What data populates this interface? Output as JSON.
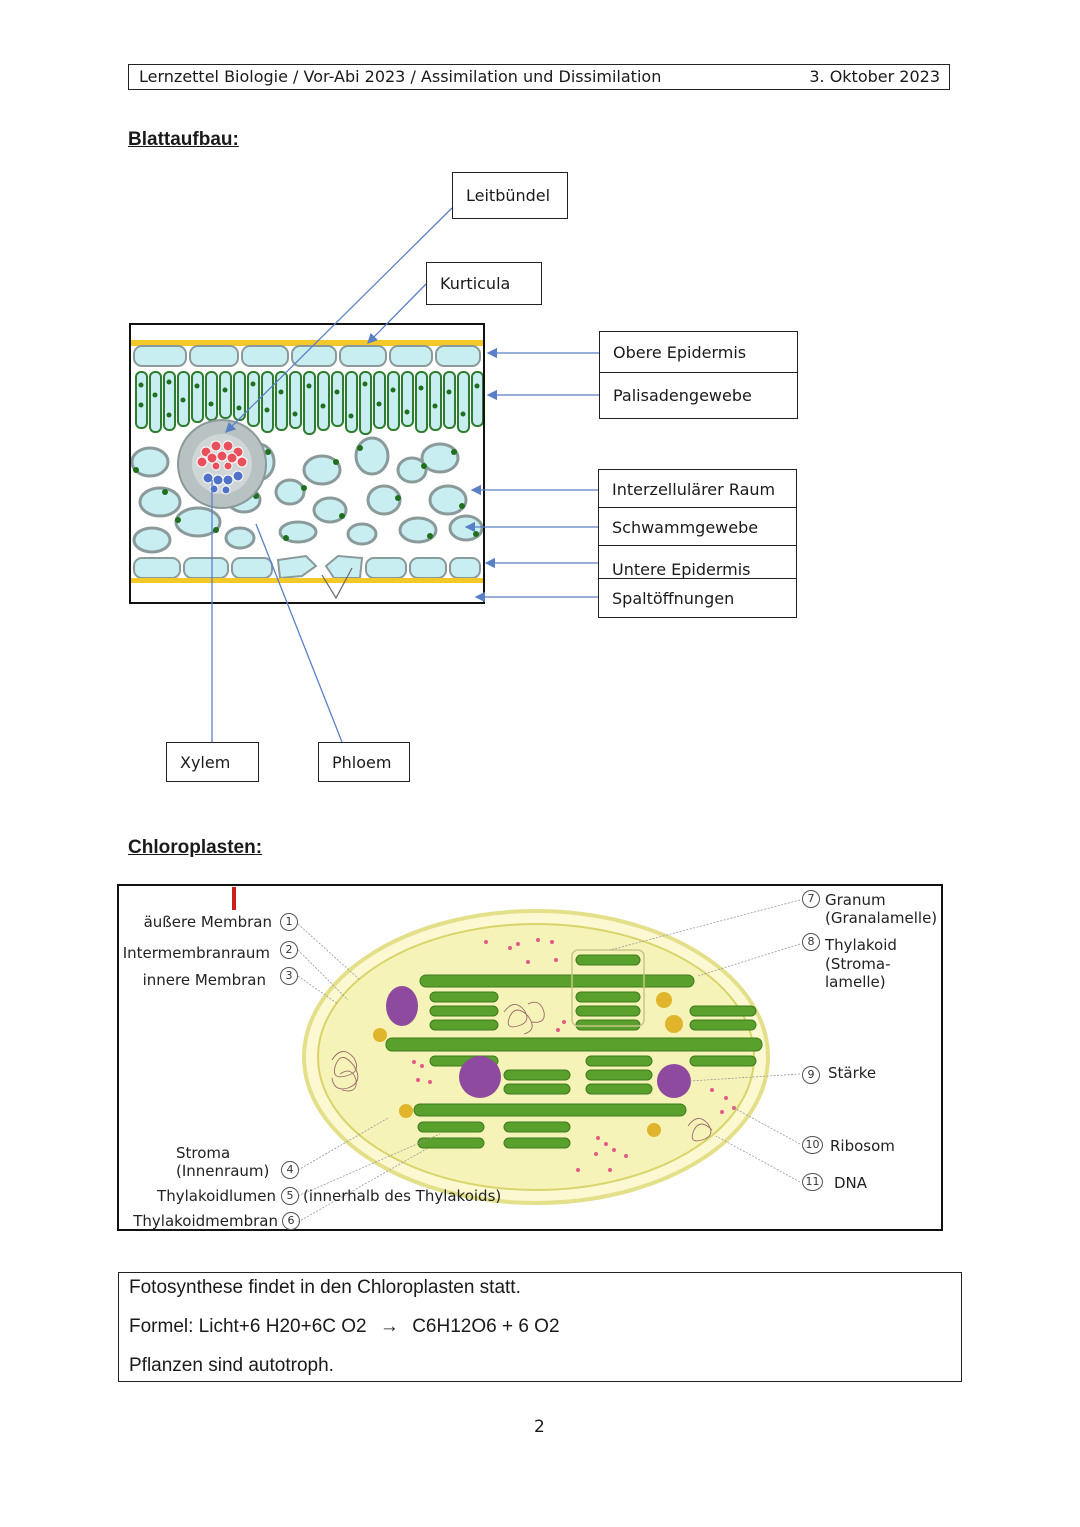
{
  "header": {
    "title": "Lernzettel Biologie / Vor-Abi 2023 / Assimilation und Dissimilation",
    "date": "3. Oktober 2023"
  },
  "leaf": {
    "heading": "Blattaufbau:",
    "labels": {
      "leitbuendel": "Leitbündel",
      "kurticula": "Kurticula",
      "obere_epidermis": "Obere Epidermis",
      "palisadengewebe": "Palisadengewebe",
      "interzellulaer": "Interzellulärer Raum",
      "schwammgewebe": "Schwammgewebe",
      "untere_epidermis": "Untere Epidermis",
      "spaltoeffnungen": "Spaltöffnungen",
      "xylem": "Xylem",
      "phloem": "Phloem"
    }
  },
  "chloroplast": {
    "heading": "Chloroplasten:",
    "labels": [
      {
        "num": "1",
        "text": "äußere Membran"
      },
      {
        "num": "2",
        "text": "Intermembranraum"
      },
      {
        "num": "3",
        "text": "innere Membran"
      },
      {
        "num": "4",
        "text": "Stroma",
        "text2": "(Innenraum)"
      },
      {
        "num": "5",
        "text": "Thylakoidlumen",
        "suffix": "(innerhalb des Thylakoids)"
      },
      {
        "num": "6",
        "text": "Thylakoidmembran"
      },
      {
        "num": "7",
        "text": "Granum",
        "text2": "(Granalamelle)"
      },
      {
        "num": "8",
        "text": "Thylakoid",
        "text2": "(Stroma-",
        "text3": "lamelle)"
      },
      {
        "num": "9",
        "text": "Stärke"
      },
      {
        "num": "10",
        "text": "Ribosom"
      },
      {
        "num": "11",
        "text": "DNA"
      }
    ]
  },
  "info": {
    "line1": "Fotosynthese findet in den Chloroplasten statt.",
    "line2_prefix": "Formel: Licht+6 H20+6C O2",
    "arrow": "→",
    "line2_suffix": "C6H12O6 + 6 O2",
    "line3": "Pflanzen sind autotroph."
  },
  "page_number": "2",
  "colors": {
    "pointer": "#5b7fc7",
    "leaf_green": "#2e8b2e",
    "cell_fill": "#c9eef2",
    "cuticle": "#f2c928",
    "thylakoid": "#5aa02c",
    "stroma": "#f6f3b8",
    "starch": "#8e4a9e"
  }
}
